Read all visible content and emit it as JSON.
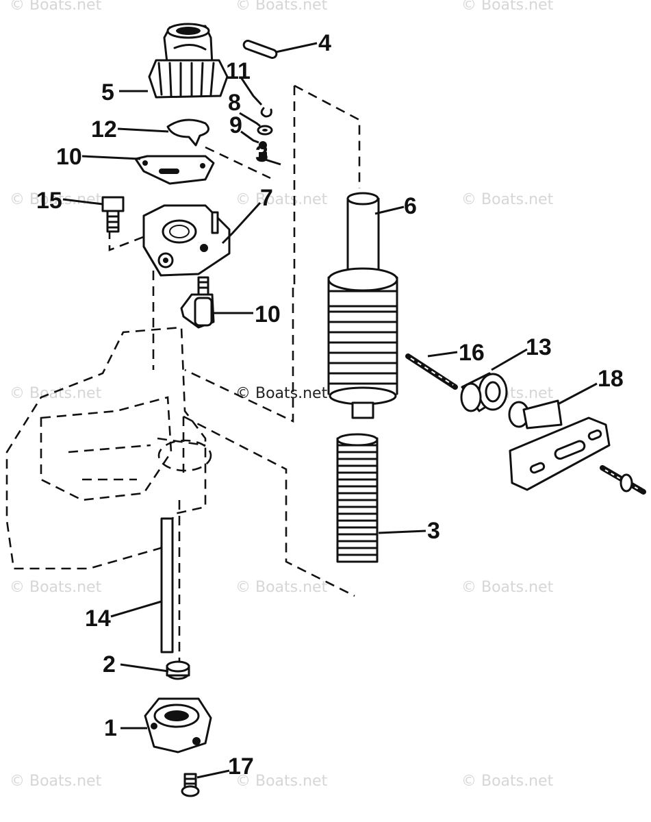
{
  "watermarks": {
    "top_left": "© Boats.net",
    "top_center": "© Boats.net",
    "top_right": "© Boats.net",
    "row2_left": "© Boats.net",
    "row2_center": "© Boats.net",
    "row2_right": "© Boats.net",
    "row3_left": "© Boats.net",
    "center_main": "© Boats.net",
    "row3_right": "© Boats.net",
    "row4_left": "© Boats.net",
    "row4_center": "© Boats.net",
    "row4_right": "© Boats.net",
    "bottom_left": "© Boats.net",
    "bottom_center": "© Boats.net",
    "bottom_right": "© Boats.net"
  },
  "callouts": {
    "c4": "4",
    "c11": "11",
    "c5": "5",
    "c8": "8",
    "c12": "12",
    "c9": "9",
    "c10_top": "10",
    "c3_small": "3",
    "c15": "15",
    "c7": "7",
    "c6": "6",
    "c10_mid": "10",
    "c16": "16",
    "c13": "13",
    "c18": "18",
    "c3": "3",
    "c14": "14",
    "c2": "2",
    "c1": "1",
    "c17": "17"
  }
}
